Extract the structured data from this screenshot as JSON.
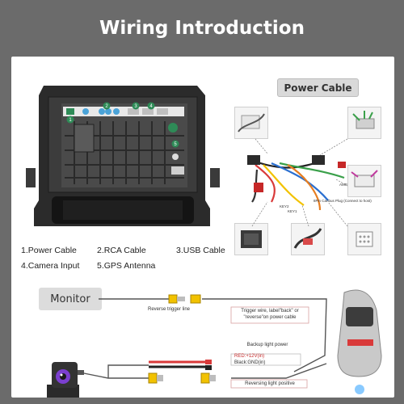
{
  "title": "Wiring Introduction",
  "power_cable_label": "Power Cable",
  "monitor_label": "Monitor",
  "legend": {
    "items": [
      "1.Power Cable",
      "2.RCA Cable",
      "3.USB Cable",
      "4.Camera Input",
      "5.GPS Antenna"
    ]
  },
  "head_unit": {
    "port_numbers": [
      "1",
      "2",
      "3",
      "4",
      "5"
    ]
  },
  "harness_labels": {
    "amp": "AMP",
    "key2": "KEY2",
    "key1": "KEY1",
    "canbus": "8Pin Canbus Plug\n(Connect to host)"
  },
  "wiring": {
    "reverse_trigger_line": "Reverse trigger line",
    "trigger_note": "Trigger wire, label\"back\" or \"reverse\"on power cable",
    "backup_power": "Backup light power",
    "red_wire": "RED:+12V(in)",
    "black_wire": "Black:GND(in)",
    "reversing_light": "Reversing light positive"
  },
  "colors": {
    "background": "#6b6b6b",
    "panel": "#ffffff",
    "badge": "#d9d9d9",
    "rca_yellow": "#f2c200",
    "wire_red": "#d93a3a",
    "port_green": "#2e8b57"
  }
}
